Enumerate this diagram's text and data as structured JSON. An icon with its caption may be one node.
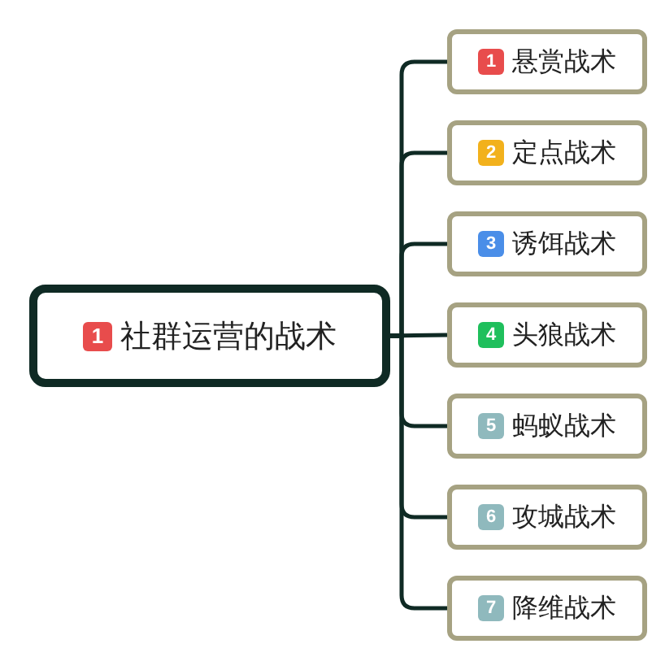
{
  "diagram": {
    "nodes": [
      {
        "text": [
          "1",
          "社群运营的战术"
        ]
      },
      {
        "text": [
          "1",
          "悬赏战术"
        ]
      },
      {
        "text": [
          "2",
          "定点战术"
        ]
      },
      {
        "text": [
          "3",
          "诱饵战术"
        ]
      },
      {
        "text": [
          "4",
          "头狼战术"
        ]
      },
      {
        "text": [
          "5",
          "蚂蚁战术"
        ]
      },
      {
        "text": [
          "6",
          "攻城战术"
        ]
      },
      {
        "text": [
          "7",
          "降维战术"
        ]
      }
    ],
    "edges": [
      {
        "from": 0,
        "to": 1,
        "arrow": "none"
      },
      {
        "from": 0,
        "to": 2,
        "arrow": "none"
      },
      {
        "from": 0,
        "to": 3,
        "arrow": "none"
      },
      {
        "from": 0,
        "to": 4,
        "arrow": "none"
      },
      {
        "from": 0,
        "to": 5,
        "arrow": "none"
      },
      {
        "from": 0,
        "to": 6,
        "arrow": "none"
      },
      {
        "from": 0,
        "to": 7,
        "arrow": "none"
      }
    ]
  }
}
